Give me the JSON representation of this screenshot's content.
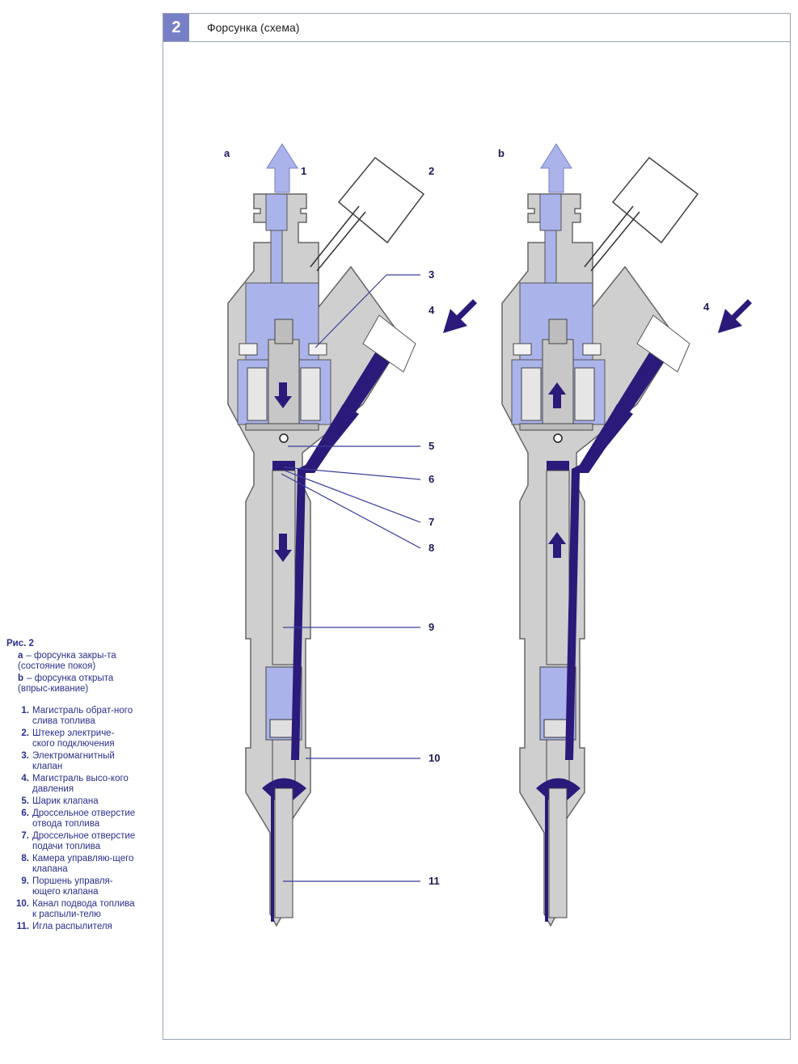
{
  "figure": {
    "number": "2",
    "title": "Форсунка (схема)"
  },
  "variants": {
    "a": "a",
    "b": "b"
  },
  "callouts": {
    "a": [
      "1",
      "2",
      "3",
      "4",
      "5",
      "6",
      "7",
      "8",
      "9",
      "10",
      "11"
    ],
    "b": [
      "4"
    ]
  },
  "caption": {
    "title": "Рис. 2",
    "states": [
      {
        "key": "a",
        "text": "– форсунка закры-та (состояние покоя)"
      },
      {
        "key": "b",
        "text": "– форсунка открыта (впрыс-кивание)"
      }
    ],
    "items": [
      {
        "n": "1.",
        "text": "Магистраль обрат-ного слива топлива"
      },
      {
        "n": "2.",
        "text": "Штекер электриче-ского подключения"
      },
      {
        "n": "3.",
        "text": "Электромагнитный клапан"
      },
      {
        "n": "4.",
        "text": "Магистраль высо-кого давления"
      },
      {
        "n": "5.",
        "text": "Шарик клапана"
      },
      {
        "n": "6.",
        "text": "Дроссельное отверстие отвода топлива"
      },
      {
        "n": "7.",
        "text": "Дроссельное отверстие подачи топлива"
      },
      {
        "n": "8.",
        "text": "Камера управляю-щего клапана"
      },
      {
        "n": "9.",
        "text": "Поршень управля-ющего клапана"
      },
      {
        "n": "10.",
        "text": "Канал подвода топлива к распыли-телю"
      },
      {
        "n": "11.",
        "text": "Игла распылителя"
      }
    ]
  },
  "colors": {
    "housing": "#cfcfcf",
    "low_pressure": "#aab4ea",
    "high_pressure": "#2b1a7a",
    "accent": "#7780c7"
  }
}
